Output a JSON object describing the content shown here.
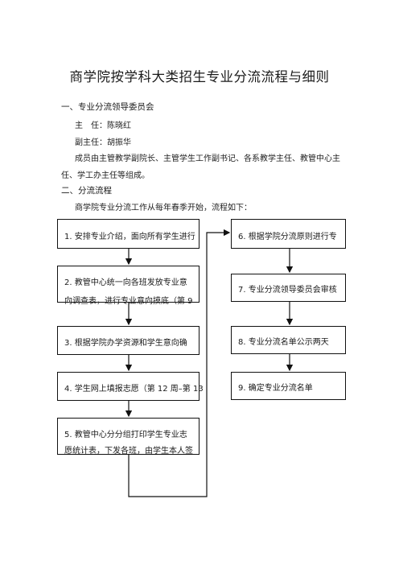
{
  "title": "商学院按学科大类招生专业分流流程与细则",
  "section1": {
    "heading": "一、专业分流领导委员会",
    "director": "主　任：陈晓红",
    "deputy": "副主任：胡振华",
    "members_line1": "成员由主管教学副院长、主管学生工作副书记、各系教学主任、教管中心主",
    "members_line2": "任、学工办主任等组成。"
  },
  "section2": {
    "heading": "二、分流流程",
    "intro": "商学院专业分流工作从每年春季开始，流程如下："
  },
  "flow": {
    "left": [
      {
        "line1": "1. 安排专业介绍，面向所有学生进行"
      },
      {
        "line1": "2. 教管中心统一向各班发放专业意",
        "line2": "向调查表，进行专业意向摸底（第 9"
      },
      {
        "line1": "3. 根据学院办学资源和学生意向确"
      },
      {
        "line1": "4. 学生网上填报志愿（第 12 周–第 13"
      },
      {
        "line1": "5. 教管中心分分组打印学生专业志",
        "line2": "愿统计表，下发各班，由学生本人签"
      }
    ],
    "right": [
      {
        "line1": "6. 根据学院分流原则进行专"
      },
      {
        "line1": "7. 专业分流领导委员会审核"
      },
      {
        "line1": "8. 专业分流名单公示两天"
      },
      {
        "line1": "9. 确定专业分流名单"
      }
    ]
  }
}
